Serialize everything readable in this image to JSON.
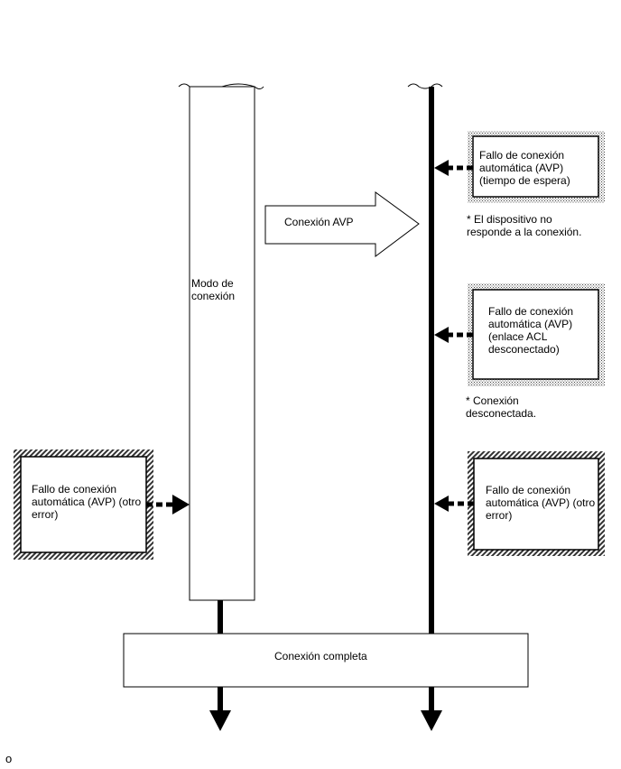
{
  "diagram": {
    "arrow_label": "Conexión AVP",
    "mode_label": "Modo de\nconexión",
    "timeout_box": "Fallo de conexión\nautomática (AVP)\n(tiempo de espera)",
    "timeout_note": "* El dispositivo no\nresponde a la conexión.",
    "acl_box": "Fallo de conexión\nautomática (AVP)\n(enlace ACL\ndesconectado)",
    "acl_note": "* Conexión\ndesconectada.",
    "other_error_left": "Fallo de conexión\nautomática (AVP) (otro\nerror)",
    "other_error_right": "Fallo de conexión\nautomática (AVP) (otro\nerror)",
    "complete_label": "Conexión completa",
    "footer_mark": "o"
  }
}
